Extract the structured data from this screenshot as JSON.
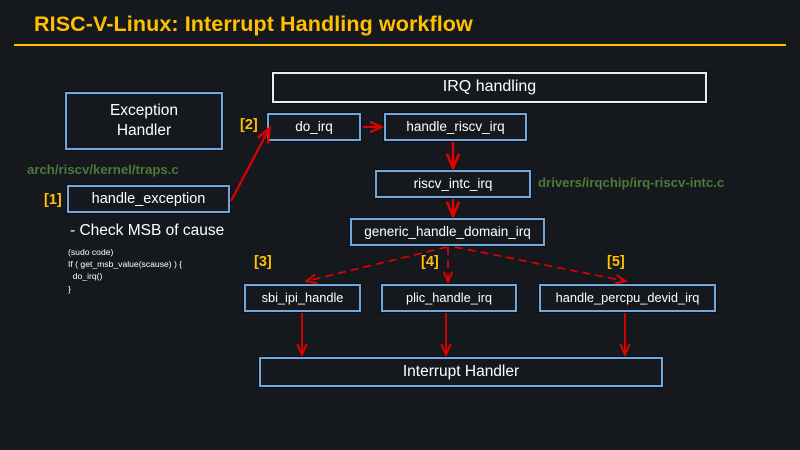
{
  "slide": {
    "title": "RISC-V-Linux: Interrupt Handling workflow",
    "background_color": "#15181d",
    "accent_color": "#ffc000",
    "box_border_color": "#6fa8dc",
    "header_border_color": "#ededed",
    "arrow_color": "#e00000",
    "path_text_color": "#4c7a37"
  },
  "header": {
    "irq_handling": "IRQ handling"
  },
  "left_column": {
    "exception_handler_line1": "Exception",
    "exception_handler_line2": "Handler",
    "source_path": "arch/riscv/kernel/traps.c",
    "step_label": "[1]",
    "handle_exception": "handle_exception",
    "note": "- Check MSB of cause",
    "pseudo_code": "(sudo code)\nIf ( get_msb_value(scause) ) {\n  do_irq()\n}"
  },
  "flow": {
    "step2_label": "[2]",
    "do_irq": "do_irq",
    "handle_riscv_irq": "handle_riscv_irq",
    "riscv_intc_irq": "riscv_intc_irq",
    "driver_path": "drivers/irqchip/irq-riscv-intc.c",
    "generic_handle_domain_irq": "generic_handle_domain_irq",
    "step3_label": "[3]",
    "sbi_ipi_handle": "sbi_ipi_handle",
    "step4_label": "[4]",
    "plic_handle_irq": "plic_handle_irq",
    "step5_label": "[5]",
    "handle_percpu_devid_irq": "handle_percpu_devid_irq",
    "interrupt_handler": "Interrupt Handler"
  }
}
